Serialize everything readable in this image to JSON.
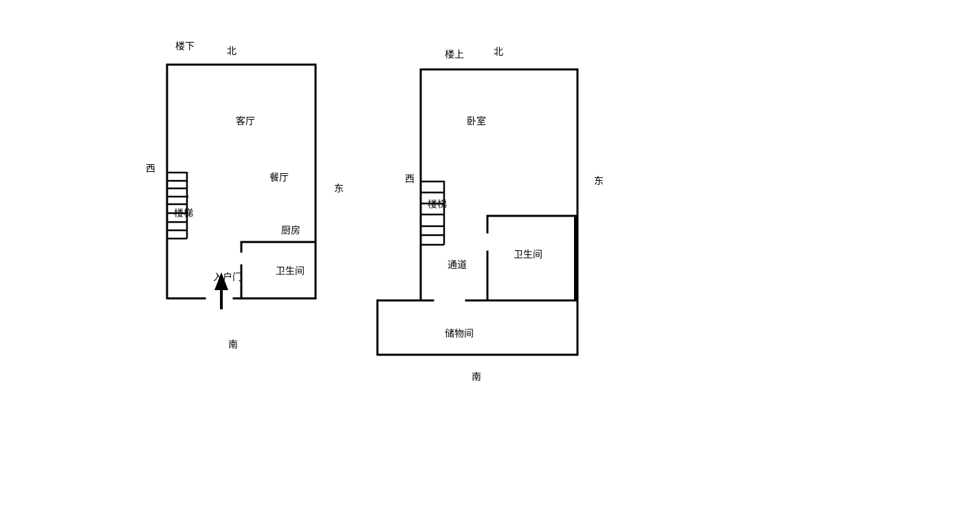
{
  "downstairs": {
    "floor_label": "楼下",
    "north": "北",
    "south": "南",
    "east": "东",
    "west": "西",
    "living_room": "客厅",
    "dining_room": "餐厅",
    "kitchen": "厨房",
    "bathroom": "卫生间",
    "stairs": "楼梯",
    "entrance": "入户门"
  },
  "upstairs": {
    "floor_label": "楼上",
    "north": "北",
    "south": "南",
    "east": "东",
    "west": "西",
    "bedroom": "卧室",
    "stairs": "楼梯",
    "corridor": "通道",
    "bathroom": "卫生间",
    "storage": "储物间"
  }
}
